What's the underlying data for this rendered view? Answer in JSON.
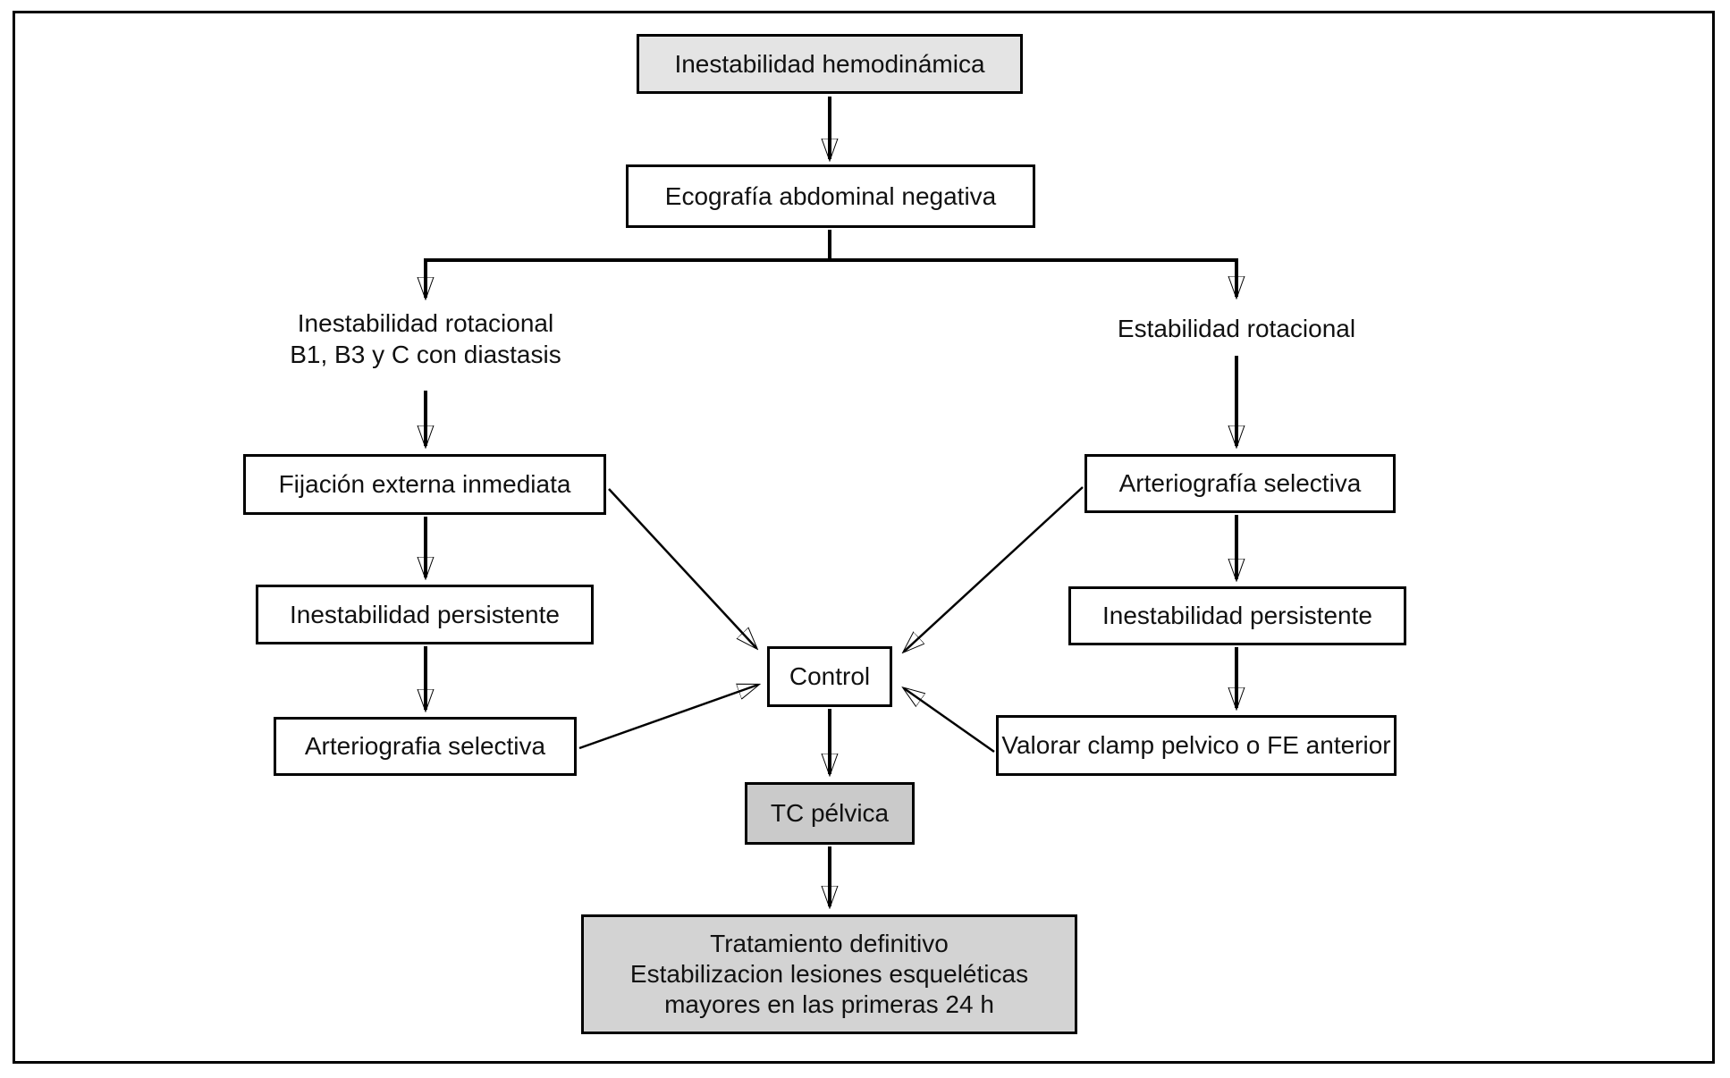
{
  "diagram_type": "flowchart",
  "language": "es",
  "colors": {
    "fill_top": "#e4e4e4",
    "fill_tc": "#cacaca",
    "fill_bottom": "#d3d3d3",
    "line": "#000000",
    "background": "#ffffff"
  },
  "nodes": {
    "top": {
      "label": "Inestabilidad hemodinámica",
      "shaded": true
    },
    "eco": {
      "label": "Ecografía abdominal negativa",
      "shaded": false
    },
    "left_branch": {
      "line1": "Inestabilidad rotacional",
      "line2": "B1, B3 y C con diastasis",
      "boxed": false
    },
    "right_branch": {
      "label": "Estabilidad rotacional",
      "boxed": false
    },
    "fijacion": {
      "label": "Fijación externa inmediata",
      "shaded": false
    },
    "inest_left": {
      "label": "Inestabilidad persistente",
      "shaded": false
    },
    "arterio_left": {
      "label": "Arteriografia selectiva",
      "shaded": false
    },
    "arterio_right": {
      "label": "Arteriografía selectiva",
      "shaded": false
    },
    "inest_right": {
      "label": "Inestabilidad persistente",
      "shaded": false
    },
    "valorar": {
      "label": "Valorar clamp pelvico o FE anterior",
      "shaded": false
    },
    "control": {
      "label": "Control",
      "shaded": false
    },
    "tc": {
      "label": "TC pélvica",
      "shaded": true
    },
    "tratamiento": {
      "line1": "Tratamiento definitivo",
      "line2": "Estabilizacion lesiones esqueléticas",
      "line3": "mayores en las primeras 24 h",
      "shaded": true
    }
  },
  "edges": [
    {
      "from": "top",
      "to": "eco"
    },
    {
      "from": "eco",
      "to": "left_branch"
    },
    {
      "from": "eco",
      "to": "right_branch"
    },
    {
      "from": "left_branch",
      "to": "fijacion"
    },
    {
      "from": "fijacion",
      "to": "inest_left"
    },
    {
      "from": "inest_left",
      "to": "arterio_left"
    },
    {
      "from": "right_branch",
      "to": "arterio_right"
    },
    {
      "from": "arterio_right",
      "to": "inest_right"
    },
    {
      "from": "inest_right",
      "to": "valorar"
    },
    {
      "from": "fijacion",
      "to": "control"
    },
    {
      "from": "arterio_left",
      "to": "control"
    },
    {
      "from": "arterio_right",
      "to": "control"
    },
    {
      "from": "valorar",
      "to": "control"
    },
    {
      "from": "control",
      "to": "tc"
    },
    {
      "from": "tc",
      "to": "tratamiento"
    }
  ]
}
